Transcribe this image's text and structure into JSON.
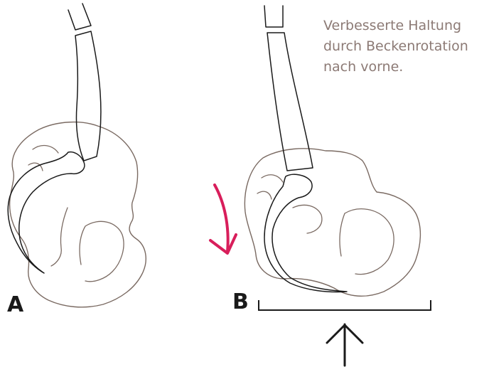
{
  "caption": {
    "lines": [
      "Verbesserte Haltung",
      "durch Beckenrotation",
      "nach vorne."
    ]
  },
  "panels": {
    "a_label": "A",
    "b_label": "B"
  },
  "colors": {
    "line": "#1a1a1a",
    "pelvis_outline": "#7a6a62",
    "rotation_arrow": "#d81e5b",
    "caption_text": "#8c7a75"
  },
  "icons": {
    "rotation_arrow": "curved-arrow-icon",
    "ground_force_arrow": "up-arrow-icon"
  }
}
